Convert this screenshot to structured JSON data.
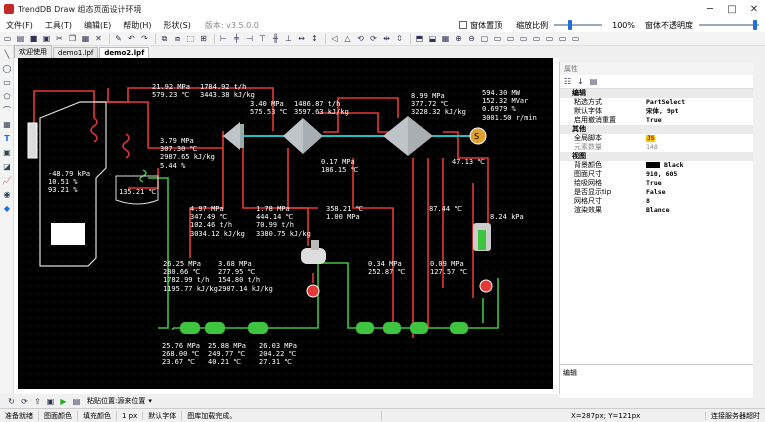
{
  "window": {
    "title": "TrendDB Draw 组态页面设计环境"
  },
  "menu": [
    "文件(F)",
    "工具(T)",
    "编辑(E)",
    "帮助(H)",
    "形状(S)"
  ],
  "version": "版本: v3.5.0.0",
  "controls": {
    "window_top": "窗体置顶",
    "scale_label": "缩放比例",
    "scale_value": "100%",
    "opacity_label": "窗体不透明度"
  },
  "tabs": [
    "欢迎使用",
    "demo1.lpf",
    "demo2.lpf"
  ],
  "canvas_labels": {
    "l1": "21.92 MPa\n579.23 ℃",
    "l2": "1784.92 t/h\n3443.38 kJ/kg",
    "l3": "3.40 MPa\n575.53 ℃",
    "l4": "1486.87 t/h\n3597.63 kJ/kg",
    "l5": "3.79 MPa\n307.30 ℃\n2987.65 kJ/kg\n5.44 %",
    "l6": "8.99 MPa\n377.72 ℃\n3228.32 kJ/kg",
    "l7": "594.30 MW\n152.32 MVar\n0.6979 %\n3001.50 r/min",
    "l8": "0.17 MPa\n186.15 ℃",
    "l9": "47.13 ℃",
    "l10": "-48.79 kPa\n10.51 %\n93.21 %",
    "l11": "135.21 ℃",
    "l12": "4.97 MPa\n347.49 ℃\n102.46 t/h\n3034.12 kJ/kg",
    "l13": "1.78 MPa\n444.14 ℃\n70.99 t/h\n3380.75 kJ/kg",
    "l14": "358.21 ℃\n1.00 MPa",
    "l15": "87.44 ℃",
    "l16": "8.24 kPa",
    "l17": "26.25 MPa\n280.66 ℃\n1782.99 t/h\n1195.77 kJ/kg",
    "l18": "3.68 MPa\n277.95 ℃\n154.80 t/h\n2907.14 kJ/kg",
    "l19": "0.34 MPa\n252.87 ℃",
    "l20": "0.09 MPa\n127.57 ℃",
    "l21": "25.76 MPa\n268.00 ℃\n23.67 ℃",
    "l22": "25.88 MPa\n249.77 ℃\n40.21 ℃",
    "l23": "26.03 MPa\n204.22 ℃\n27.31 ℃",
    "gen": "S"
  },
  "props": {
    "title": "属性",
    "g1": "编辑",
    "r1k": "粘选方式",
    "r1v": "PartSelect",
    "r2k": "默认字体",
    "r2v": "宋体, 9pt",
    "r3k": "启用撤消重置",
    "r3v": "True",
    "g2": "其他",
    "r4k": "全局脚本",
    "r4v": "JS",
    "r5k": "元素数量",
    "r5v": "148",
    "g3": "视图",
    "r6k": "背景颜色",
    "r6v": "Black",
    "r7k": "图面尺寸",
    "r7v": "910, 605",
    "r8k": "绘吸网格",
    "r8v": "True",
    "r9k": "是否显示tip",
    "r9v": "False",
    "r10k": "网格尺寸",
    "r10v": "8",
    "r11k": "渲染效果",
    "r11v": "Blance",
    "desc": "编辑"
  },
  "bottom": {
    "paste": "粘贴位置:源来位置"
  },
  "status": {
    "s1": "准备就绪",
    "s2": "图面颜色",
    "s3": "填充颜色",
    "s4": "1 px",
    "s5": "默认字体",
    "s6": "图库加载完成。",
    "coords": "X=287px; Y=121px",
    "server": "连接服务器超时"
  },
  "colors": {
    "steam": "#e53935",
    "water": "#3fc43f",
    "canvas": "#000000"
  }
}
